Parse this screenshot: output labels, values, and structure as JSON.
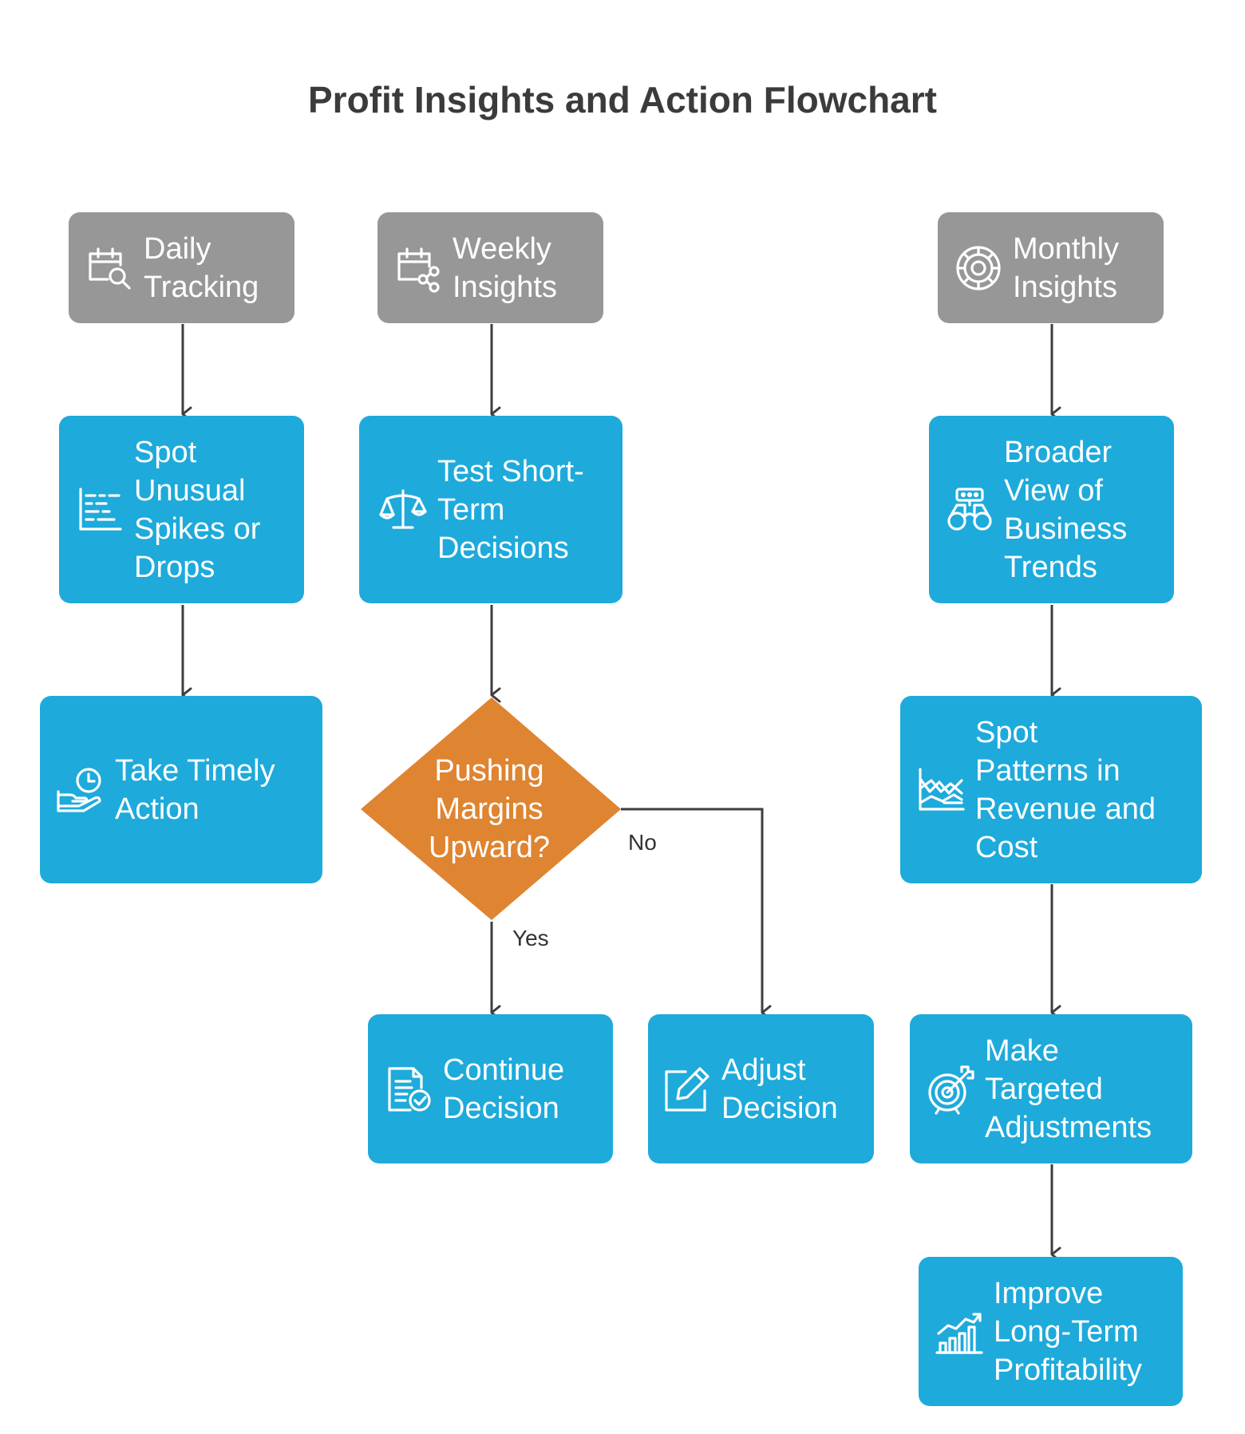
{
  "title": "Profit Insights and Action Flowchart",
  "colors": {
    "header": "#979797",
    "process": "#1eaadb",
    "decision": "#df8430",
    "connector": "#3e3e3e"
  },
  "nodes": {
    "daily_tracking": {
      "label": "Daily\nTracking",
      "icon": "calendar-search-icon"
    },
    "weekly_insights": {
      "label": "Weekly\nInsights",
      "icon": "calendar-share-icon"
    },
    "monthly_insights": {
      "label": "Monthly\nInsights",
      "icon": "target-radar-icon"
    },
    "spot_spikes": {
      "label": "Spot\nUnusual\nSpikes or\nDrops",
      "icon": "chart-lines-icon"
    },
    "test_decisions": {
      "label": "Test Short-\nTerm\nDecisions",
      "icon": "balance-scale-icon"
    },
    "broader_view": {
      "label": "Broader\nView of\nBusiness\nTrends",
      "icon": "binoculars-icon"
    },
    "timely_action": {
      "label": "Take Timely\nAction",
      "icon": "hand-clock-icon"
    },
    "pushing_margins": {
      "label": "Pushing\nMargins\nUpward?",
      "icon": ""
    },
    "spot_patterns": {
      "label": "Spot\nPatterns in\nRevenue and\nCost",
      "icon": "area-chart-icon"
    },
    "continue_decision": {
      "label": "Continue\nDecision",
      "icon": "document-check-icon"
    },
    "adjust_decision": {
      "label": "Adjust\nDecision",
      "icon": "edit-pencil-icon"
    },
    "targeted_adjustments": {
      "label": "Make\nTargeted\nAdjustments",
      "icon": "target-arrow-icon"
    },
    "long_term": {
      "label": "Improve\nLong-Term\nProfitability",
      "icon": "growth-chart-icon"
    }
  },
  "edge_labels": {
    "no": "No",
    "yes": "Yes"
  }
}
